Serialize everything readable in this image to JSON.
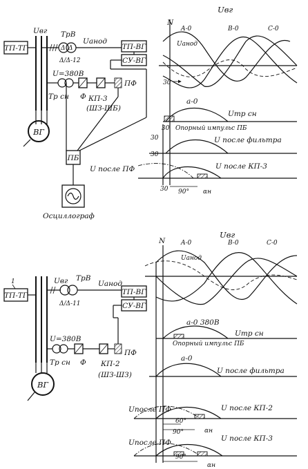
{
  "top": {
    "blocks": {
      "tp_tg": "ТП-ТГ",
      "tp_vg": "ТП-ВГ",
      "su_vg": "СУ-ВГ",
      "pb": "ПБ",
      "vg": "ВГ"
    },
    "labels": {
      "u_vg": "Uвг",
      "tr_v": "ТрВ",
      "tr_v_group": "Δ/Δ-12",
      "u_anod": "Uанод",
      "u_380": "U=380В",
      "tr_sn": "Тр сн",
      "phi": "Ф",
      "kp": "КП-3",
      "kp_sub": "(ШЗ-ШБ)",
      "pf": "ПФ",
      "u_after_pf": "U после ПФ",
      "oscillograph": "Осциллограф"
    },
    "waves": {
      "n": "N",
      "u_vg": "Uвг",
      "u_anod": "Uанод",
      "phase_a": "A-0",
      "phase_b": "B-0",
      "phase_c": "C-0",
      "angle_30a": "30",
      "a0": "a-0",
      "u_tr_sn": "Uтр сн",
      "angle_30b": "30",
      "ref_pulse": "Опорный импульс ПБ",
      "angle_30c": "30",
      "angle_30d": "30",
      "u_after_filter": "U после фильтра",
      "u_after_kp": "U после КП-3",
      "angle_30e": "30",
      "angle_90": "90°",
      "alpha": "αн"
    }
  },
  "bottom": {
    "marker": "1",
    "blocks": {
      "tp_tg": "ТП-ТГ",
      "tp_vg": "ТП-ВГ",
      "su_vg": "СУ-ВГ",
      "vg": "ВГ"
    },
    "labels": {
      "u_vg": "Uвг",
      "tr_v": "ТрВ",
      "tr_v_group": "Δ/Δ-11",
      "u_anod": "Uанод",
      "u_380": "U=380В",
      "tr_sn": "Тр сн",
      "phi": "Ф",
      "kp": "КП-2",
      "kp_sub": "(ШЗ-ШЗ)",
      "pf": "ПФ"
    },
    "waves": {
      "n": "N",
      "u_vg": "Uвг",
      "u_anod": "Uанод",
      "phase_a": "A-0",
      "phase_b": "B-0",
      "phase_c": "C-0",
      "a0_380": "a-0 380В",
      "u_tr_sn": "Uтр сн",
      "ref_pulse": "Опорный импульс ПБ",
      "a0": "a-0",
      "u_after_filter": "U после фильтра",
      "u_after_pf_1": "Uпосле ПФ",
      "u_after_kp2": "U после КП-2",
      "angle_60": "60°",
      "angle_90a": "90°",
      "alpha_1": "αн",
      "u_after_pf_2": "Uпосле ПФ",
      "u_after_kp3": "U после КП-3",
      "angle_90b": "90°",
      "alpha_2": "αн"
    }
  }
}
